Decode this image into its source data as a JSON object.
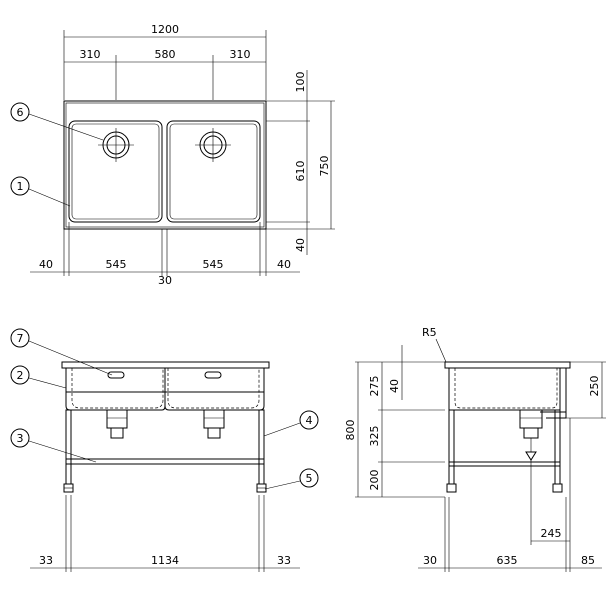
{
  "top_view": {
    "dims_top": [
      "1200",
      "310",
      "580",
      "310"
    ],
    "dims_right": [
      "100",
      "610",
      "750",
      "40"
    ],
    "dims_bottom": [
      "40",
      "545",
      "545",
      "40",
      "30"
    ]
  },
  "front_view": {
    "dims_bottom": [
      "33",
      "1134",
      "33"
    ]
  },
  "side_view": {
    "radius_label": "R5",
    "dims_left": [
      "800",
      "275",
      "40",
      "325",
      "200"
    ],
    "dims_right": [
      "250"
    ],
    "dims_bottom": [
      "30",
      "635",
      "85",
      "245"
    ]
  },
  "callouts": [
    "1",
    "2",
    "3",
    "4",
    "5",
    "6",
    "7"
  ]
}
